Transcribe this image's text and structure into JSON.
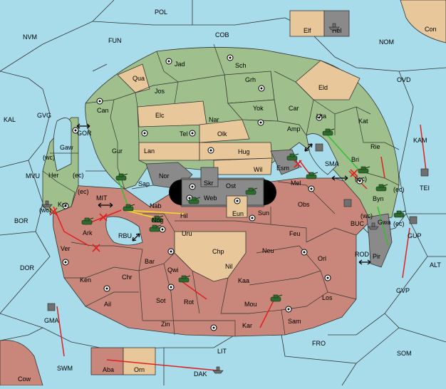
{
  "colors": {
    "sea": "#a8dceb",
    "green_power": "#9fc08c",
    "tan_power": "#e8c79a",
    "rose_power": "#c8877a",
    "grey_power": "#8a8a8a",
    "order_red": "#e02020",
    "order_green": "#30c030",
    "order_yellow": "#f0e020"
  },
  "regions": {
    "pol": "POL",
    "nvm": "NVM",
    "fun": "FUN",
    "cob": "COB",
    "nom": "NOM",
    "con": "Con",
    "elf": "Elf",
    "hel": "Hel",
    "ovd": "OVD",
    "kal": "KAL",
    "gvg": "GVG",
    "mvu": "MVU",
    "bor": "BOR",
    "dor": "DOR",
    "kam": "KAM",
    "tei": "TEI",
    "alt": "ALT",
    "gvp": "GVP",
    "gup": "GUP",
    "rod": "ROD",
    "buc": "BUC",
    "sma": "SMA",
    "gor": "GOR",
    "mit": "MIT",
    "rbu": "RBU",
    "fro": "FRO",
    "som": "SOM",
    "lit": "LIT",
    "swm": "SWM",
    "cow": "Cow",
    "gma": "GMA",
    "dak": "DAK",
    "aba": "Aba",
    "orn": "Orn",
    "jad": "Jad",
    "sch": "Sch",
    "qua": "Qua",
    "jos": "Jos",
    "grh": "Grh",
    "eld": "Eld",
    "can": "Can",
    "elc": "Elc",
    "nar": "Nar",
    "yok": "Yok",
    "car": "Car",
    "uta": "Uta",
    "kat": "Kat",
    "tel": "Tel",
    "olk": "Olk",
    "amp": "Amp",
    "gur": "Gur",
    "lan": "Lan",
    "hug": "Hug",
    "rie": "Rie",
    "gaw": "Gaw",
    "her": "Her",
    "wc1": "(wc)",
    "ec1": "(ec)",
    "wil": "Wil",
    "esm": "Esm",
    "bri": "Bri",
    "nor": "Nor",
    "sap": "Sap",
    "skr": "Skr",
    "ost": "Ost",
    "web": "Web",
    "mel": "Mel",
    "wc2": "(wc)",
    "byn": "Byn",
    "ec2": "(ec)",
    "ec3": "(ec)",
    "kor": "Kor",
    "wc3": "(wc)",
    "nab": "Nab",
    "hil": "Hil",
    "eun": "Eun",
    "sun": "Sun",
    "obs": "Obs",
    "ark": "Ark",
    "nog": "Nog",
    "wc4": "(wc)",
    "gwa": "Gwa",
    "ec4": "(ec)",
    "uru": "Uru",
    "feu": "Feu",
    "pir": "Pir",
    "ver": "Ver",
    "chp": "Chp",
    "neu": "Neu",
    "orl": "Orl",
    "bar": "Bar",
    "nil": "Nil",
    "qwi": "Qwi",
    "ken": "Ken",
    "chr": "Chr",
    "kaa": "Kaa",
    "rot": "Rot",
    "sot": "Sot",
    "ail": "Ail",
    "los": "Los",
    "mou": "Mou",
    "zin": "Zin",
    "kar": "Kar",
    "sam": "Sam"
  },
  "icons": {
    "army": "tank-icon",
    "fleet": "boat-icon",
    "supply_center": "supply-center-icon",
    "convoy": "double-arrow-icon"
  }
}
